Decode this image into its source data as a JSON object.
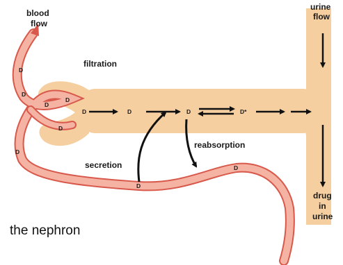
{
  "labels": {
    "blood_flow_1": "blood",
    "blood_flow_2": "flow",
    "urine_flow_1": "urine",
    "urine_flow_2": "flow",
    "filtration": "filtration",
    "reabsorption": "reabsorption",
    "secretion": "secretion",
    "drug_in_urine_1": "drug",
    "drug_in_urine_2": "in",
    "drug_in_urine_3": "urine"
  },
  "drug_symbol": "D",
  "metabolite_symbol": "D*",
  "caption": "the nephron",
  "colors": {
    "tubule_fill": "#f6cfa0",
    "vessel_fill": "#f4b3a3",
    "vessel_edge": "#d8594b",
    "arrow": "#111111"
  }
}
